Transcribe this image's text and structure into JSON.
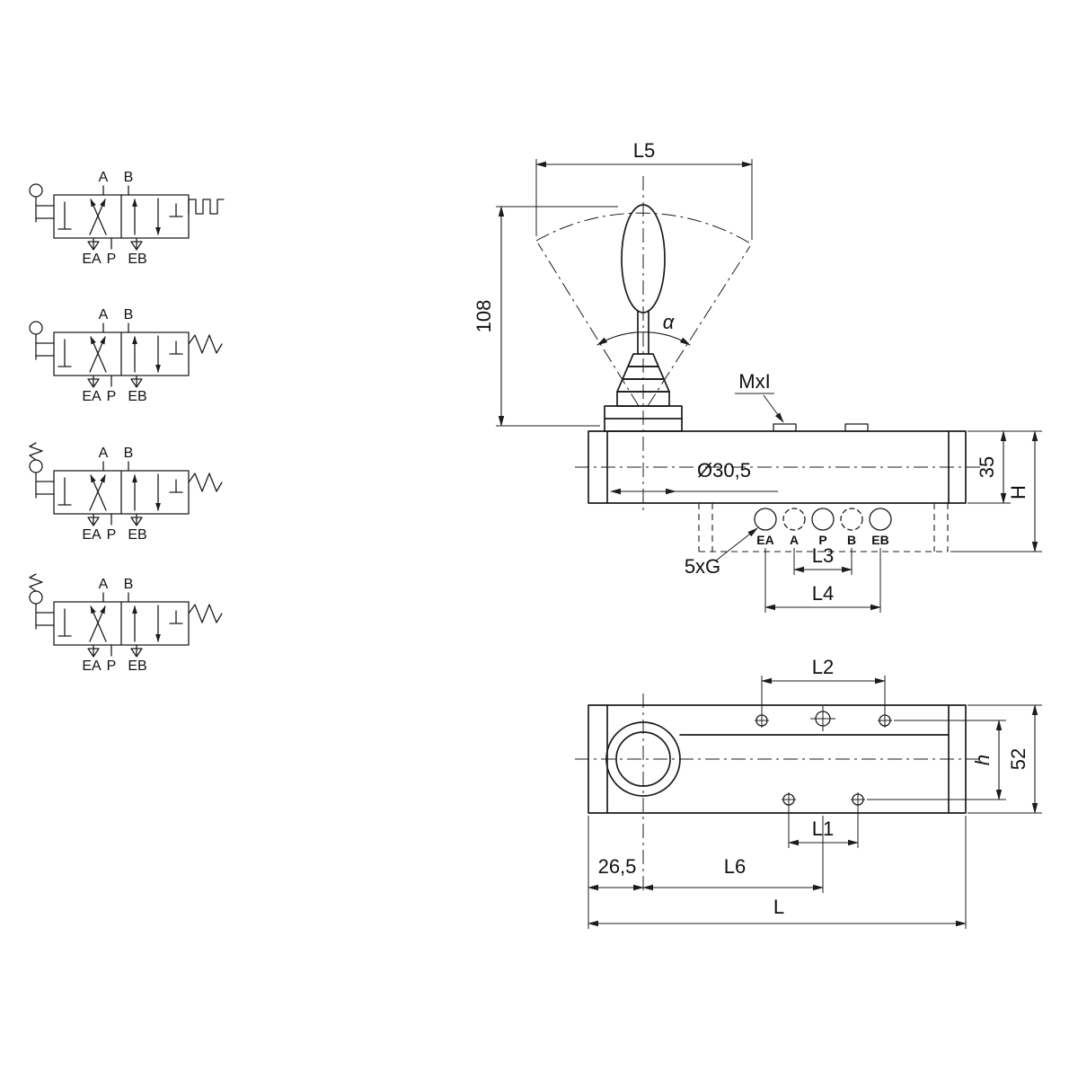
{
  "meta": {
    "bg": "#ffffff",
    "ink": "#1c1c1c"
  },
  "schematics": [
    {
      "a": "A",
      "b": "B",
      "ea": "EA",
      "p": "P",
      "eb": "EB"
    },
    {
      "a": "A",
      "b": "B",
      "ea": "EA",
      "p": "P",
      "eb": "EB"
    },
    {
      "a": "A",
      "b": "B",
      "ea": "EA",
      "p": "P",
      "eb": "EB"
    },
    {
      "a": "A",
      "b": "B",
      "ea": "EA",
      "p": "P",
      "eb": "EB"
    }
  ],
  "side_view": {
    "dim_l5": "L5",
    "dim_height": "108",
    "angle": "α",
    "thread": "MxI",
    "diameter": "Ø30,5",
    "dim_depth": "35",
    "dim_H": "H",
    "ports_thread": "5xG",
    "dim_l3": "L3",
    "dim_l4": "L4",
    "ports": [
      "EA",
      "A",
      "P",
      "B",
      "EB"
    ]
  },
  "top_view": {
    "dim_l2": "L2",
    "dim_h": "h",
    "dim_width": "52",
    "dim_l1": "L1",
    "dim_offset": "26,5",
    "dim_l6": "L6",
    "dim_length": "L"
  }
}
